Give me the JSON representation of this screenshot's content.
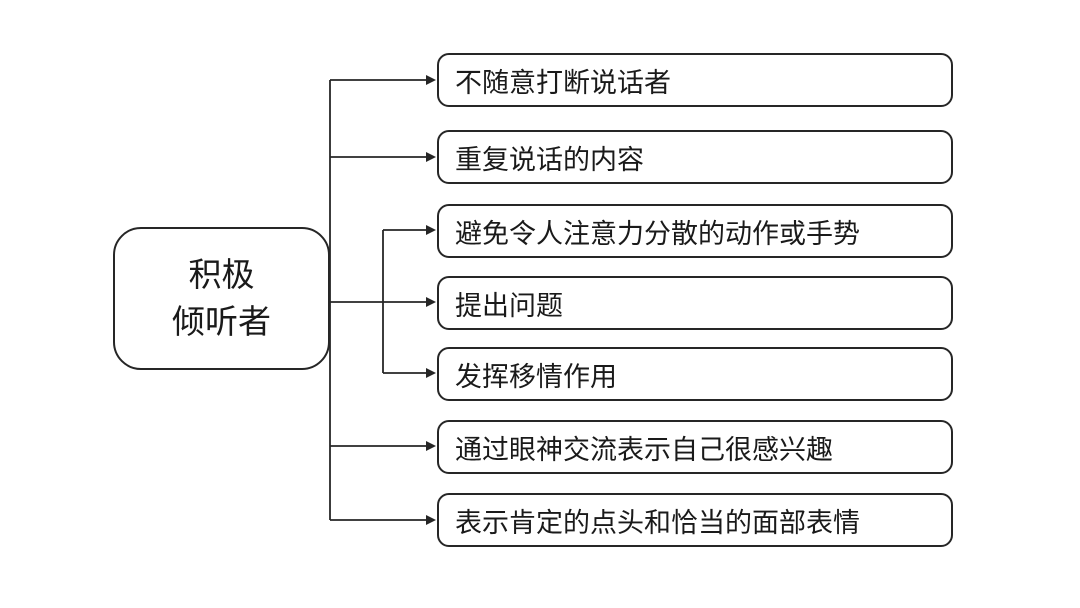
{
  "diagram": {
    "root": {
      "line1": "积极",
      "line2": "倾听者"
    },
    "branches": [
      {
        "label": "不随意打断说话者"
      },
      {
        "label": "重复说话的内容"
      },
      {
        "label": "避免令人注意力分散的动作或手势"
      },
      {
        "label": "提出问题"
      },
      {
        "label": "发挥移情作用"
      },
      {
        "label": "通过眼神交流表示自己很感兴趣"
      },
      {
        "label": "表示肯定的点头和恰当的面部表情"
      }
    ]
  },
  "colors": {
    "background": "#ffffff",
    "line": "#262626",
    "text": "#1a1a1a",
    "box_fill": "#ffffff"
  }
}
